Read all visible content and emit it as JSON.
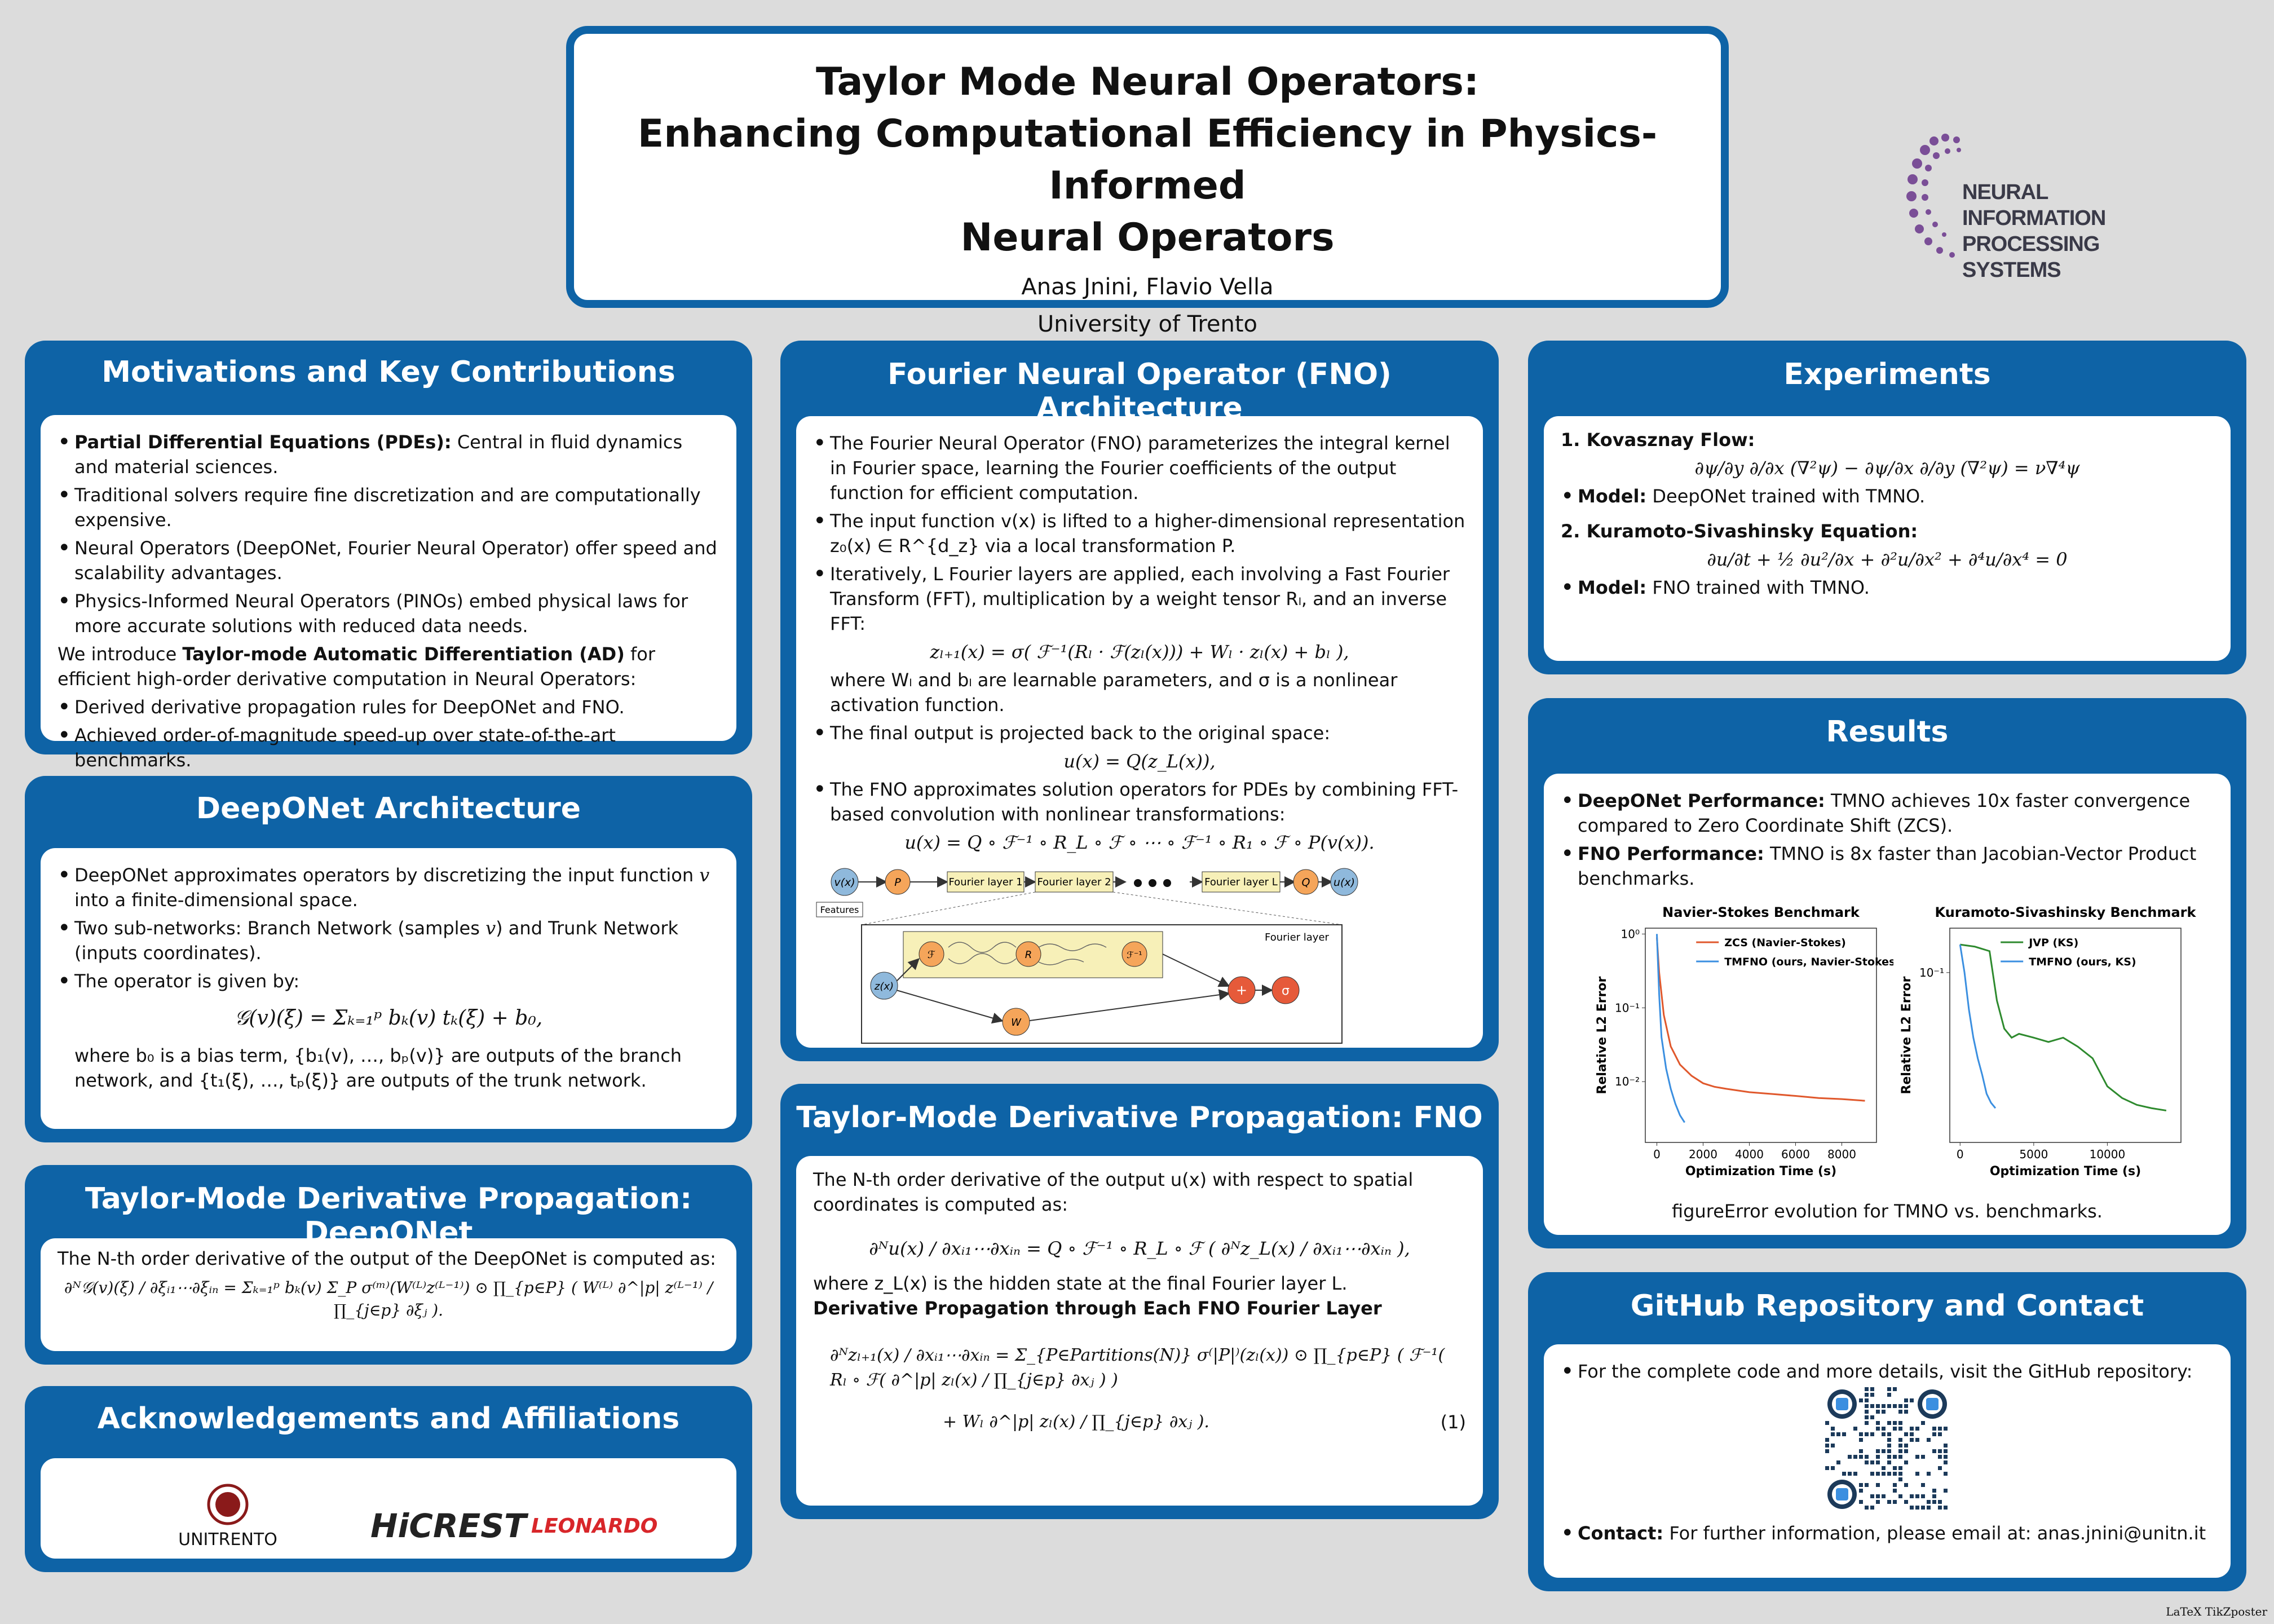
{
  "header": {
    "title_line1": "Taylor Mode Neural Operators:",
    "title_line2": "Enhancing Computational Efficiency in Physics-Informed",
    "title_line3": "Neural Operators",
    "authors": "Anas Jnini, Flavio Vella",
    "affiliation": "University of Trento",
    "conference_logo_line1": "NEURAL INFORMATION",
    "conference_logo_line2": "PROCESSING SYSTEMS"
  },
  "motivations": {
    "title": "Motivations and Key Contributions",
    "b1_bold": "Partial Differential Equations (PDEs):",
    "b1_text": " Central in fluid dynamics and material sciences.",
    "b2": "Traditional solvers require fine discretization and are computationally expensive.",
    "b3": "Neural Operators (DeepONet, Fourier Neural Operator) offer speed and scalability advantages.",
    "b4": "Physics-Informed Neural Operators (PINOs) embed physical laws for more accurate solutions with reduced data needs.",
    "intro_pre": "We introduce ",
    "intro_bold": "Taylor-mode Automatic Differentiation (AD)",
    "intro_post": " for efficient high-order derivative computation in Neural Operators:",
    "c1": "Derived derivative propagation rules for DeepONet and FNO.",
    "c2": "Achieved order-of-magnitude speed-up over state-of-the-art benchmarks."
  },
  "deeponet": {
    "title": "DeepONet Architecture",
    "b1_pre": "DeepONet approximates operators by discretizing the input function ",
    "b1_var": "v",
    "b1_post": " into a finite-dimensional space.",
    "b2_pre": "Two sub-networks: Branch Network (samples ",
    "b2_var": "v",
    "b2_post": ") and Trunk Network (inputs coordinates).",
    "b3": "The operator is given by:",
    "formula": "𝒢(v)(ξ) = Σₖ₌₁ᵖ bₖ(v) tₖ(ξ) + b₀,",
    "where": "where b₀ is a bias term, {b₁(v), …, bₚ(v)} are outputs of the branch network, and {t₁(ξ), …, tₚ(ξ)} are outputs of the trunk network."
  },
  "taylor_deeponet": {
    "title": "Taylor-Mode Derivative Propagation: DeepONet",
    "text": "The N-th order derivative of the output of the DeepONet is computed as:",
    "formula": "∂ᴺ𝒢(v)(ξ) / ∂ξᵢ₁⋯∂ξᵢₙ = Σₖ₌₁ᵖ bₖ(v) Σ_P σ⁽ᵐ⁾(W⁽ᴸ⁾z⁽ᴸ⁻¹⁾) ⊙ ∏_{p∈P} ( W⁽ᴸ⁾ ∂^|p| z⁽ᴸ⁻¹⁾ / ∏_{j∈p} ∂ξⱼ )."
  },
  "ack": {
    "title": "Acknowledgements and Affiliations",
    "logo1": "UNITRENTO",
    "logo2": "HiCREST",
    "logo3": "LEONARDO"
  },
  "fno": {
    "title": "Fourier Neural Operator (FNO) Architecture",
    "b1": "The Fourier Neural Operator (FNO) parameterizes the integral kernel in Fourier space, learning the Fourier coefficients of the output function for efficient computation.",
    "b2": "The input function v(x) is lifted to a higher-dimensional representation z₀(x) ∈ R^{d_z} via a local transformation P.",
    "b3": "Iteratively, L Fourier layers are applied, each involving a Fast Fourier Transform (FFT), multiplication by a weight tensor Rₗ, and an inverse FFT:",
    "eq1": "zₗ₊₁(x) = σ( ℱ⁻¹(Rₗ · ℱ(zₗ(x))) + Wₗ · zₗ(x) + bₗ ),",
    "b3_where": "where Wₗ and bₗ are learnable parameters, and σ is a nonlinear activation function.",
    "b4": "The final output is projected back to the original space:",
    "eq2": "u(x) = Q(z_L(x)),",
    "b5": "The FNO approximates solution operators for PDEs by combining FFT-based convolution with nonlinear transformations:",
    "eq3": "u(x) = Q ∘ ℱ⁻¹ ∘ R_L ∘ ℱ ∘ ⋯ ∘ ℱ⁻¹ ∘ R₁ ∘ ℱ ∘ P(v(x)).",
    "diagram": {
      "vx": "v(x)",
      "P": "P",
      "fl1": "Fourier layer 1",
      "fl2": "Fourier layer 2",
      "flL": "Fourier layer L",
      "Q": "Q",
      "ux": "u(x)",
      "features": "Features",
      "inset_title": "Fourier layer",
      "zx": "z(x)",
      "F": "ℱ",
      "R": "R",
      "Finv": "ℱ⁻¹",
      "W": "W",
      "plus": "+",
      "sigma": "σ"
    }
  },
  "taylor_fno": {
    "title": "Taylor-Mode Derivative Propagation: FNO",
    "text": "The N-th order derivative of the output u(x) with respect to spatial coordinates is computed as:",
    "eq1": "∂ᴺu(x) / ∂xᵢ₁⋯∂xᵢₙ = Q ∘ ℱ⁻¹ ∘ R_L ∘ ℱ ( ∂ᴺz_L(x) / ∂xᵢ₁⋯∂xᵢₙ ),",
    "where": "where z_L(x) is the hidden state at the final Fourier layer L.",
    "subhead": "Derivative Propagation through Each FNO Fourier Layer",
    "eq2a": "∂ᴺzₗ₊₁(x) / ∂xᵢ₁⋯∂xᵢₙ = Σ_{P∈Partitions(N)} σ⁽|P|⁾(zₗ(x)) ⊙ ∏_{p∈P} ( ℱ⁻¹( Rₗ ∘ ℱ( ∂^|p| zₗ(x) / ∏_{j∈p} ∂xⱼ ) )",
    "eq2b": "+ Wₗ ∂^|p| zₗ(x) / ∏_{j∈p} ∂xⱼ ).",
    "eqnum": "(1)"
  },
  "experiments": {
    "title": "Experiments",
    "e1": "1.  Kovasznay Flow:",
    "e1_eq": "∂ψ/∂y ∂/∂x (∇²ψ) − ∂ψ/∂x ∂/∂y (∇²ψ) = ν∇⁴ψ",
    "e1_model_bold": "Model:",
    "e1_model": " DeepONet trained with TMNO.",
    "e2": "2.  Kuramoto-Sivashinsky Equation:",
    "e2_eq": "∂u/∂t + ½ ∂u²/∂x + ∂²u/∂x² + ∂⁴u/∂x⁴ = 0",
    "e2_model_bold": "Model:",
    "e2_model": " FNO trained with TMNO."
  },
  "results": {
    "title": "Results",
    "r1_bold": "DeepONet Performance:",
    "r1": " TMNO achieves 10x faster convergence compared to Zero Coordinate Shift (ZCS).",
    "r2_bold": "FNO Performance:",
    "r2": " TMNO is 8x faster than Jacobian-Vector Product benchmarks.",
    "caption": "figureError evolution for TMNO vs. benchmarks."
  },
  "chart_data": [
    {
      "type": "line",
      "title": "Navier-Stokes Benchmark",
      "xlabel": "Optimization Time (s)",
      "ylabel": "Relative L2 Error",
      "yscale": "log",
      "xlim": [
        -500,
        9500
      ],
      "ylim": [
        0.0015,
        1.2
      ],
      "xticks": [
        0,
        2000,
        4000,
        6000,
        8000
      ],
      "yticks": [
        1,
        0.1,
        0.01
      ],
      "ytick_labels": [
        "10⁰",
        "10⁻¹",
        "10⁻²"
      ],
      "legend": "top-right",
      "series": [
        {
          "name": "ZCS (Navier-Stokes)",
          "color": "#e0582c",
          "x": [
            0,
            100,
            300,
            600,
            1000,
            1500,
            2000,
            2500,
            3000,
            4000,
            5000,
            6000,
            7000,
            8000,
            9000
          ],
          "y": [
            0.9,
            0.3,
            0.08,
            0.03,
            0.017,
            0.012,
            0.0095,
            0.0085,
            0.008,
            0.0072,
            0.0068,
            0.0064,
            0.006,
            0.0058,
            0.0055
          ]
        },
        {
          "name": "TMFNO (ours, Navier-Stokes)",
          "color": "#3b8fe0",
          "x": [
            0,
            100,
            200,
            400,
            600,
            800,
            1000,
            1200
          ],
          "y": [
            1.0,
            0.15,
            0.04,
            0.015,
            0.008,
            0.005,
            0.0035,
            0.0028
          ]
        }
      ]
    },
    {
      "type": "line",
      "title": "Kuramoto-Sivashinsky Benchmark",
      "xlabel": "Optimization Time (s)",
      "ylabel": "Relative L2 Error",
      "yscale": "log",
      "xlim": [
        -700,
        15000
      ],
      "ylim": [
        0.0015,
        0.3
      ],
      "xticks": [
        0,
        5000,
        10000
      ],
      "yticks": [
        0.1
      ],
      "ytick_labels": [
        "10⁻¹"
      ],
      "legend": "top-right",
      "series": [
        {
          "name": "JVP (KS)",
          "color": "#2e8a2e",
          "x": [
            0,
            1000,
            2000,
            2500,
            3000,
            3500,
            4000,
            5000,
            6000,
            7000,
            8000,
            9000,
            10000,
            11000,
            12000,
            13000,
            14000
          ],
          "y": [
            0.2,
            0.19,
            0.17,
            0.05,
            0.025,
            0.02,
            0.022,
            0.02,
            0.018,
            0.02,
            0.016,
            0.012,
            0.006,
            0.0045,
            0.0038,
            0.0035,
            0.0033
          ]
        },
        {
          "name": "TMFNO (ours, KS)",
          "color": "#3b8fe0",
          "x": [
            0,
            300,
            600,
            900,
            1200,
            1500,
            1800,
            2100,
            2400
          ],
          "y": [
            0.2,
            0.1,
            0.04,
            0.02,
            0.012,
            0.008,
            0.005,
            0.004,
            0.0035
          ]
        }
      ]
    }
  ],
  "github": {
    "title": "GitHub Repository and Contact",
    "text": "For the complete code and more details, visit the GitHub repository:",
    "contact_bold": "Contact:",
    "contact": " For further information, please email at: anas.jnini@unitn.it"
  },
  "footer": {
    "tag": "LaTeX TikZposter"
  },
  "colors": {
    "panel_blue": "#0e63a6",
    "background": "#dcdcdc",
    "node_orange": "#f5a55a",
    "node_blue": "#8fb9dc",
    "node_red": "#e65a3a",
    "layer_yellow": "#f7f0b8"
  }
}
